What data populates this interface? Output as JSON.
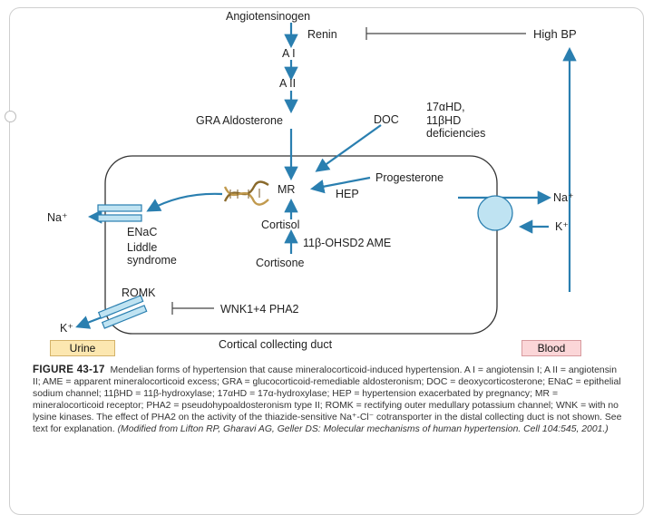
{
  "diagram": {
    "angiotensinogen": "Angiotensinogen",
    "renin": "Renin",
    "high_bp": "High BP",
    "ai": "A I",
    "aii": "A II",
    "gra_aldosterone": "GRA  Aldosterone",
    "doc": "DOC",
    "deficiency_line1": "17αHD,",
    "deficiency_line2": "11βHD",
    "deficiency_line3": "deficiencies",
    "progesterone": "Progesterone",
    "mr": "MR",
    "hep": "HEP",
    "na_left": "Na⁺",
    "enac": "ENaC",
    "liddle_line1": "Liddle",
    "liddle_line2": "syndrome",
    "cortisol": "Cortisol",
    "ohsd2_ame": "11β-OHSD2  AME",
    "cortisone": "Cortisone",
    "na_right": "Na⁺",
    "k_right": "K⁺",
    "romk": "ROMK",
    "wnk_pha2": "WNK1+4  PHA2",
    "k_left": "K⁺",
    "urine": "Urine",
    "cortical_collecting_duct": "Cortical collecting duct",
    "blood": "Blood"
  },
  "caption": {
    "title": "FIGURE 43-17",
    "text": "Mendelian forms of hypertension that cause mineralocorticoid-induced hypertension. A I = angiotensin I; A II = angiotensin II; AME = apparent mineralocorticoid excess; GRA = glucocorticoid-remediable aldosteronism; DOC = deoxycorticosterone; ENaC = epithelial sodium channel; 11βHD = 11β-hydroxylase; 17αHD = 17α-hydroxylase; HEP = hypertension exacerbated by pregnancy; MR = mineralocorticoid receptor; PHA2 = pseudohypoaldosteronism type II; ROMK = rectifying outer medullary potassium channel; WNK = with no lysine kinases. The effect of PHA2 on the activity of the thiazide-sensitive Na⁺-Cl⁻ cotransporter in the distal collecting duct is not shown. See text for explanation. ",
    "citation": "(Modified from Lifton RP, Gharavi AG, Geller DS: Molecular mechanisms of human hypertension. Cell 104:545, 2001.)"
  },
  "colors": {
    "arrow": "#2a7fb0",
    "inhibit_line": "#444444",
    "channel_fill": "#bfe3f2",
    "cell_border": "#333333",
    "urine_fill": "#fce7b0",
    "blood_fill": "#fbd6d8"
  },
  "icons": [
    "dna-helix-icon",
    "channel-icon",
    "pump-circle-icon"
  ]
}
